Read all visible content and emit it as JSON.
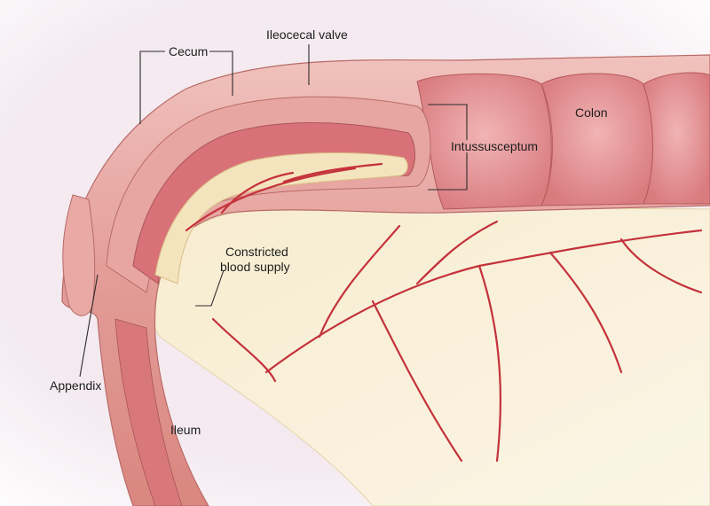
{
  "labels": {
    "cecum": "Cecum",
    "ileocecal_valve": "Ileocecal valve",
    "intussusceptum": "Intussusceptum",
    "colon": "Colon",
    "constricted_line1": "Constricted",
    "constricted_line2": "blood supply",
    "appendix": "Appendix",
    "ileum": "Ileum"
  },
  "colors": {
    "bowel_wall": "#e8a3a0",
    "mucosa": "#d9787a",
    "mesentery": "#f3e6c4",
    "vessel": "#c4323b",
    "background_glow": "#ece0ea"
  }
}
